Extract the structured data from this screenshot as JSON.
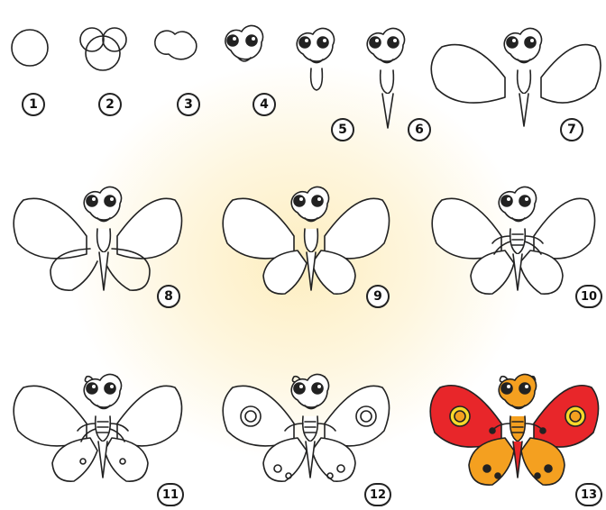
{
  "steps": [
    {
      "number": "1"
    },
    {
      "number": "2"
    },
    {
      "number": "3"
    },
    {
      "number": "4"
    },
    {
      "number": "5"
    },
    {
      "number": "6"
    },
    {
      "number": "7"
    },
    {
      "number": "8"
    },
    {
      "number": "9"
    },
    {
      "number": "10"
    },
    {
      "number": "11"
    },
    {
      "number": "12"
    },
    {
      "number": "13"
    }
  ],
  "colors": {
    "outline": "#222222",
    "wing_upper": "#e8262a",
    "wing_lower": "#f4a020",
    "body": "#f4a020",
    "spot_ring": "#f7d92a",
    "background_glow": "#fdeec0"
  }
}
